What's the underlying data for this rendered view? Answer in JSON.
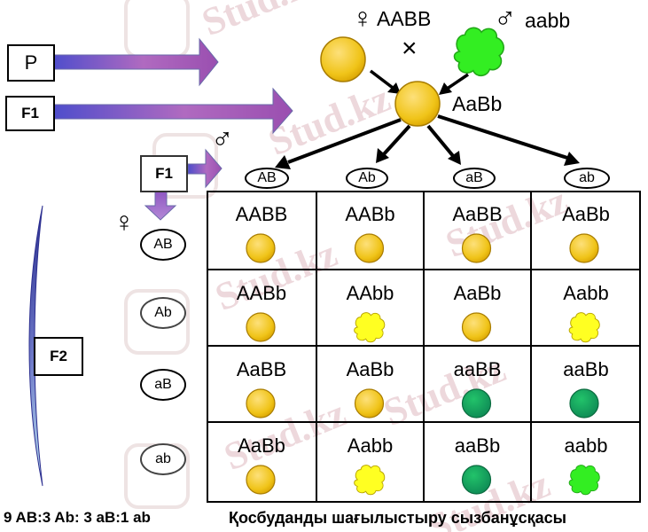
{
  "generations": {
    "p": "P",
    "f1": "F1",
    "f1_male": "F1",
    "f2": "F2"
  },
  "parents": {
    "female_symbol": "♀",
    "female_genotype": "AABB",
    "male_symbol": "♂",
    "male_genotype": "aabb",
    "cross_symbol": "×"
  },
  "f1_genotype": "AaBb",
  "male_gamete_symbol": "♂",
  "female_gamete_symbol": "♀",
  "male_gametes": [
    "AB",
    "Ab",
    "aB",
    "ab"
  ],
  "female_gametes": [
    "AB",
    "Ab",
    "aB",
    "ab"
  ],
  "grid": [
    [
      {
        "g": "AABB",
        "seed": "yellow-round"
      },
      {
        "g": "AABb",
        "seed": "yellow-round"
      },
      {
        "g": "AaBB",
        "seed": "yellow-round"
      },
      {
        "g": "AaBb",
        "seed": "yellow-round"
      }
    ],
    [
      {
        "g": "AABb",
        "seed": "yellow-round"
      },
      {
        "g": "AAbb",
        "seed": "yellow-wrinkled"
      },
      {
        "g": "AaBb",
        "seed": "yellow-round"
      },
      {
        "g": "Aabb",
        "seed": "yellow-wrinkled"
      }
    ],
    [
      {
        "g": "AaBB",
        "seed": "yellow-round"
      },
      {
        "g": "AaBb",
        "seed": "yellow-round"
      },
      {
        "g": "aaBB",
        "seed": "green-round"
      },
      {
        "g": "aaBb",
        "seed": "green-round"
      }
    ],
    [
      {
        "g": "AaBb",
        "seed": "yellow-round"
      },
      {
        "g": "Aabb",
        "seed": "yellow-wrinkled"
      },
      {
        "g": "aaBb",
        "seed": "green-round"
      },
      {
        "g": "aabb",
        "seed": "green-wrinkled"
      }
    ]
  ],
  "ratio_text": "9 AB:3 Ab: 3 aB:1 ab",
  "caption": "Қосбуданды шағылыстыру сызбанұсқасы",
  "watermark": "Stud.kz",
  "colors": {
    "yellow": "#f0c419",
    "yellow_edge": "#a87c00",
    "wrinkled_yellow": "#ffff22",
    "green_round": "#13a85a",
    "green_bright": "#33ee22",
    "arrow_purple": "#9a4fb0"
  }
}
